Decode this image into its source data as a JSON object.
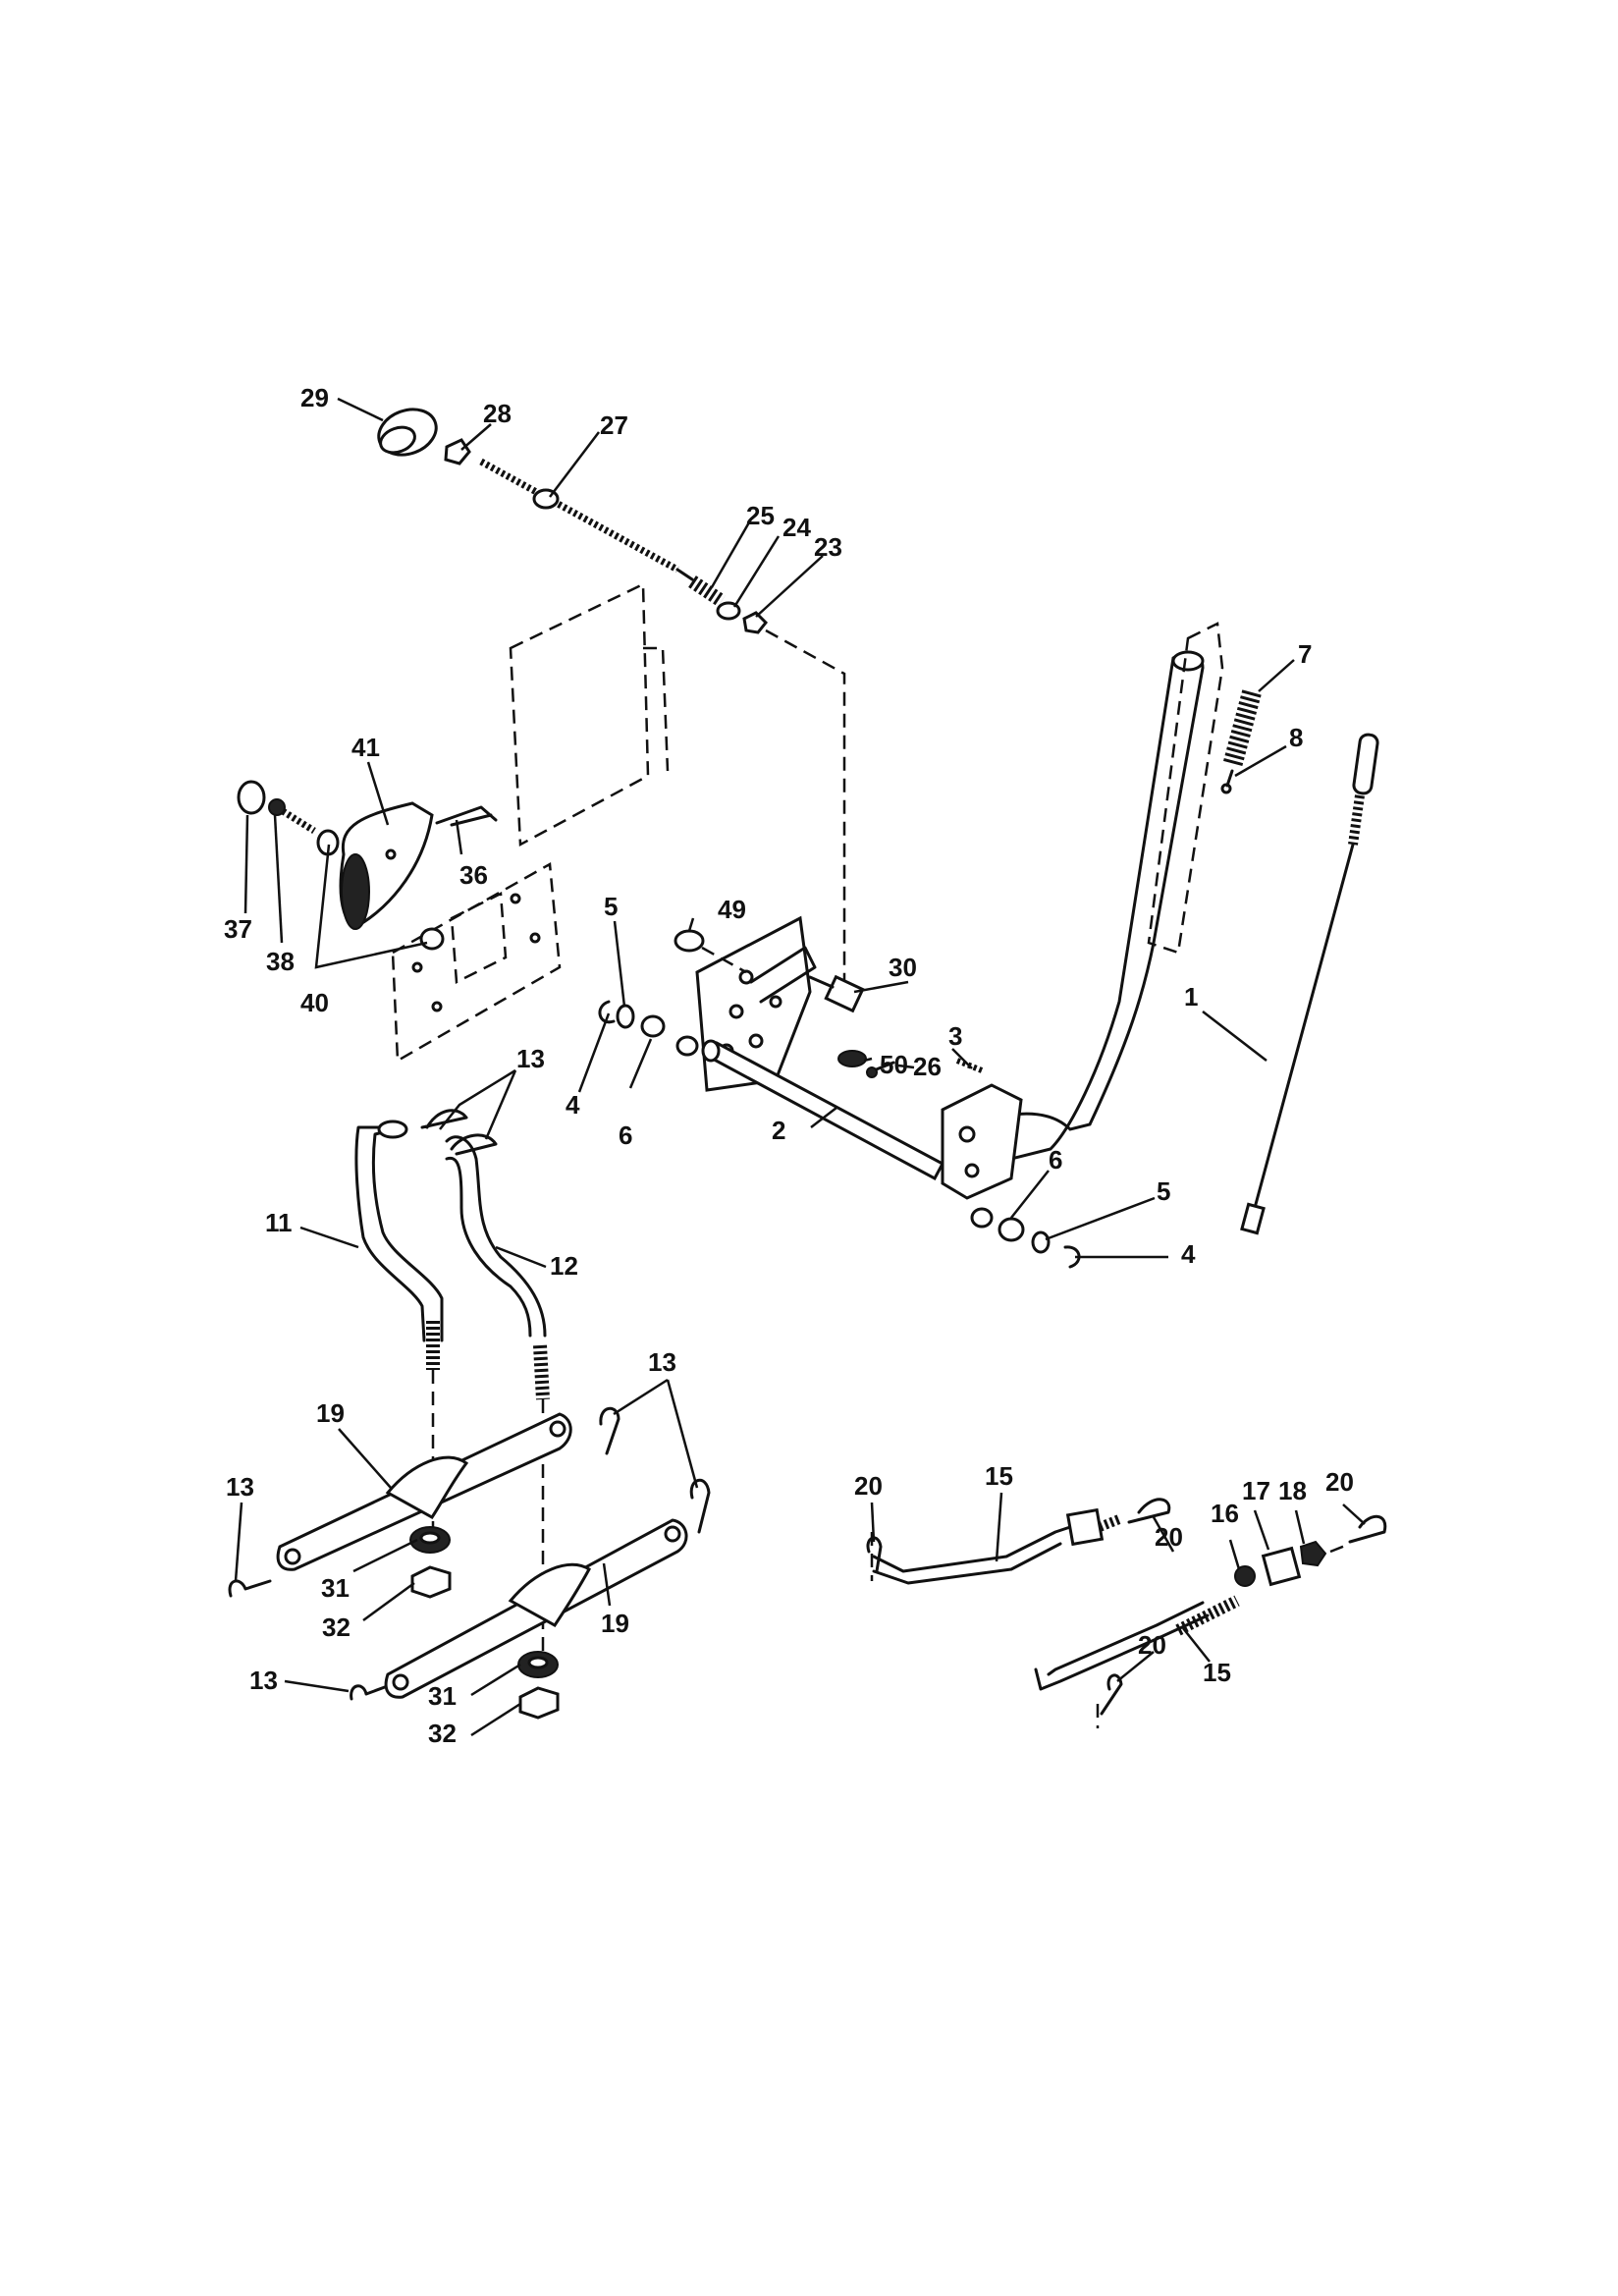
{
  "diagram": {
    "part_labels": [
      "29",
      "28",
      "27",
      "25",
      "24",
      "23",
      "7",
      "8",
      "41",
      "37",
      "38",
      "40",
      "36",
      "5",
      "49",
      "30",
      "1",
      "4",
      "6",
      "13",
      "3",
      "50",
      "26",
      "2",
      "11",
      "12",
      "6",
      "5",
      "4",
      "13",
      "19",
      "13",
      "20",
      "15",
      "20",
      "16",
      "17",
      "18",
      "20",
      "31",
      "32",
      "19",
      "13",
      "31",
      "32",
      "20",
      "15"
    ]
  }
}
